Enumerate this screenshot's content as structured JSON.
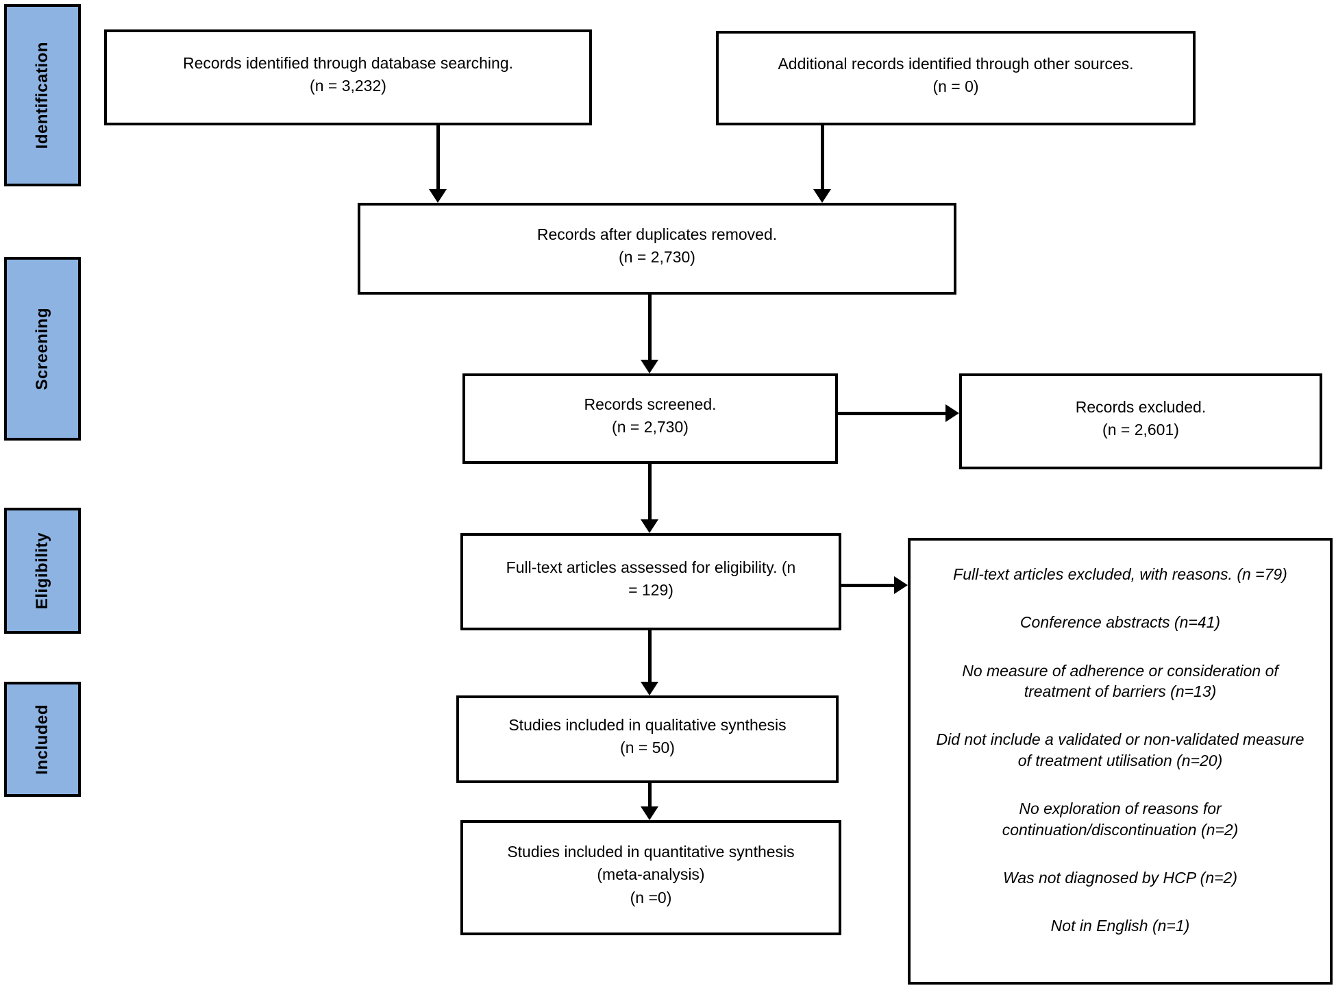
{
  "stages": [
    {
      "label": "Identification"
    },
    {
      "label": "Screening"
    },
    {
      "label": "Eligibility"
    },
    {
      "label": "Included"
    }
  ],
  "boxes": {
    "identified_db": {
      "lines": [
        "Records identified through database searching.",
        "(n = 3,232)"
      ]
    },
    "identified_other": {
      "lines": [
        "Additional records identified through other sources.",
        "(n = 0)"
      ]
    },
    "duplicates_removed": {
      "lines": [
        "Records after duplicates removed.",
        "(n = 2,730)"
      ]
    },
    "screened": {
      "lines": [
        "Records screened.",
        "(n = 2,730)"
      ]
    },
    "excluded": {
      "lines": [
        "Records excluded.",
        "(n = 2,601)"
      ]
    },
    "fulltext_assessed": {
      "lines": [
        "Full-text articles assessed for eligibility. (n",
        "= 129)"
      ]
    },
    "qualitative": {
      "lines": [
        "Studies included in qualitative synthesis",
        "(n = 50)"
      ]
    },
    "quantitative": {
      "lines": [
        "Studies included in quantitative synthesis",
        "(meta-analysis)",
        "(n =0)"
      ]
    },
    "fulltext_excluded": {
      "paragraphs": [
        "Full-text articles excluded, with reasons. (n =79)",
        "Conference abstracts (n=41)",
        "No measure of adherence or consideration of treatment of barriers (n=13)",
        "Did not include a validated or non-validated measure of treatment utilisation (n=20)",
        "No exploration of reasons for continuation/discontinuation (n=2)",
        "Was not diagnosed by HCP (n=2)",
        "Not in English (n=1)"
      ]
    }
  },
  "colors": {
    "stage_fill": "#8db3e2",
    "line": "#000000"
  }
}
